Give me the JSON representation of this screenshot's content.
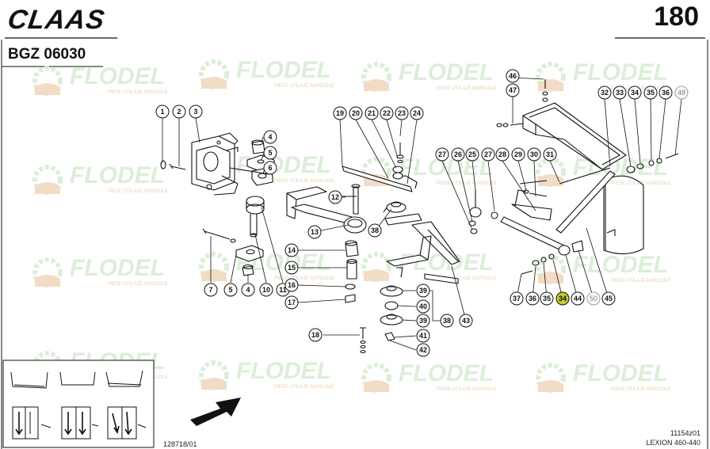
{
  "header": {
    "brand": "CLAAS",
    "page_number": "180",
    "assembly_code": "BGZ 06030"
  },
  "footer": {
    "document_ref": "128718/01",
    "figure_ref": "11154z01",
    "model": "LEXION 460-440"
  },
  "watermark": {
    "name": "FLODEL",
    "tagline": "PIESE UTILAJE AGRICOLE"
  },
  "callouts": {
    "c1": "1",
    "c2": "2",
    "c3": "3",
    "c4a": "4",
    "c5a": "5",
    "c6": "6",
    "c7": "7",
    "c5b": "5",
    "c4b": "4",
    "c10": "10",
    "c11": "11",
    "c12": "12",
    "c13": "13",
    "c14": "14",
    "c15": "15",
    "c16": "16",
    "c17": "17",
    "c18": "18",
    "c19": "19",
    "c20": "20",
    "c21": "21",
    "c22": "22",
    "c23": "23",
    "c24": "24",
    "c38a": "38",
    "c39a": "39",
    "c40": "40",
    "c39b": "39",
    "c38b": "38",
    "c41": "41",
    "c42": "42",
    "c43": "43",
    "c27a": "27",
    "c26": "26",
    "c25": "25",
    "c27b": "27",
    "c28": "28",
    "c29": "29",
    "c30": "30",
    "c31": "31",
    "c46": "46",
    "c47": "47",
    "c32": "32",
    "c33": "33",
    "c34a": "34",
    "c35a": "35",
    "c36a": "36",
    "c48": "48",
    "c37": "37",
    "c36b": "36",
    "c35b": "35",
    "c34b": "34",
    "c44": "44",
    "c50": "50",
    "c45": "45"
  },
  "colors": {
    "line": "#111111",
    "highlight": "#c8c832",
    "watermark_green": "#d9ecd5",
    "watermark_orange": "#e6c8a8"
  }
}
